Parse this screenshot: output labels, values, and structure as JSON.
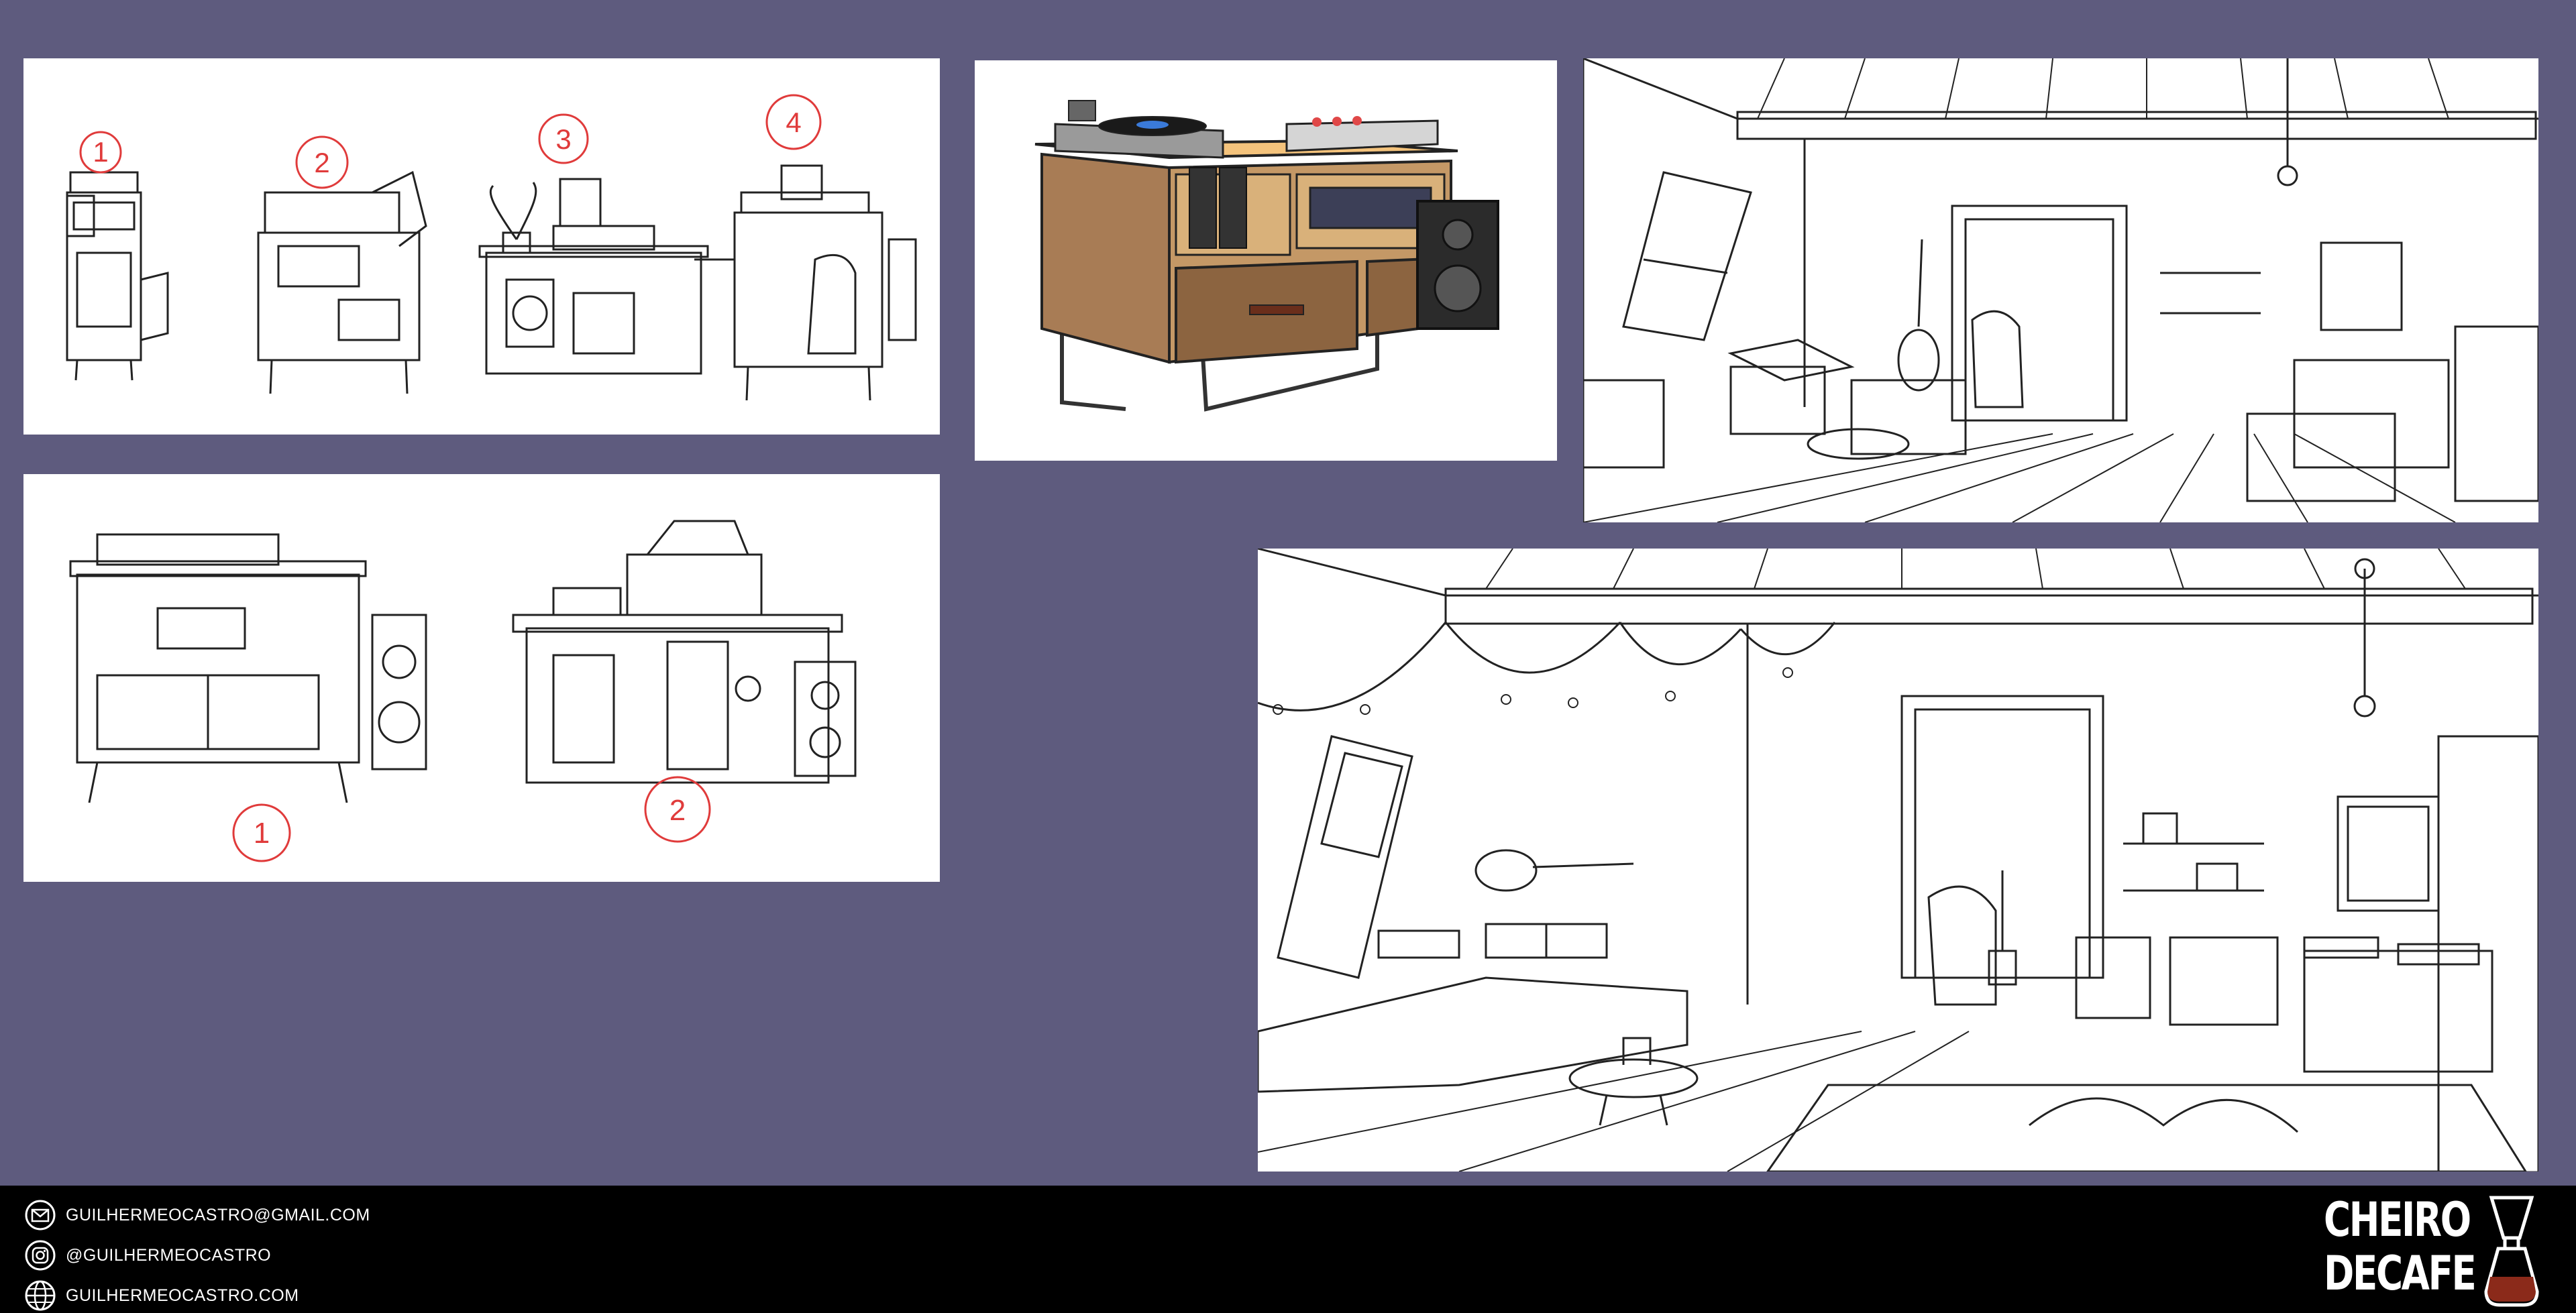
{
  "sketch_labels_top": [
    "1",
    "2",
    "3",
    "4"
  ],
  "sketch_labels_bottom": [
    "1",
    "2"
  ],
  "contact": {
    "email": "GUILHERMEOCASTRO@GMAIL.COM",
    "instagram": "@GUILHERMEOCASTRO",
    "website": "GUILHERMEOCASTRO.COM"
  },
  "logo": {
    "line1": "CHEIRO",
    "line2": "DECAFE"
  },
  "colors": {
    "background": "#5e5b7e",
    "footer": "#000000",
    "sketch_label": "#e03b3b",
    "wood": "#a87c55",
    "wood_light": "#d9b17a",
    "coffee": "#8b2a1a"
  },
  "icons": [
    "mail-icon",
    "instagram-icon",
    "globe-icon",
    "coffee-drip-icon"
  ]
}
